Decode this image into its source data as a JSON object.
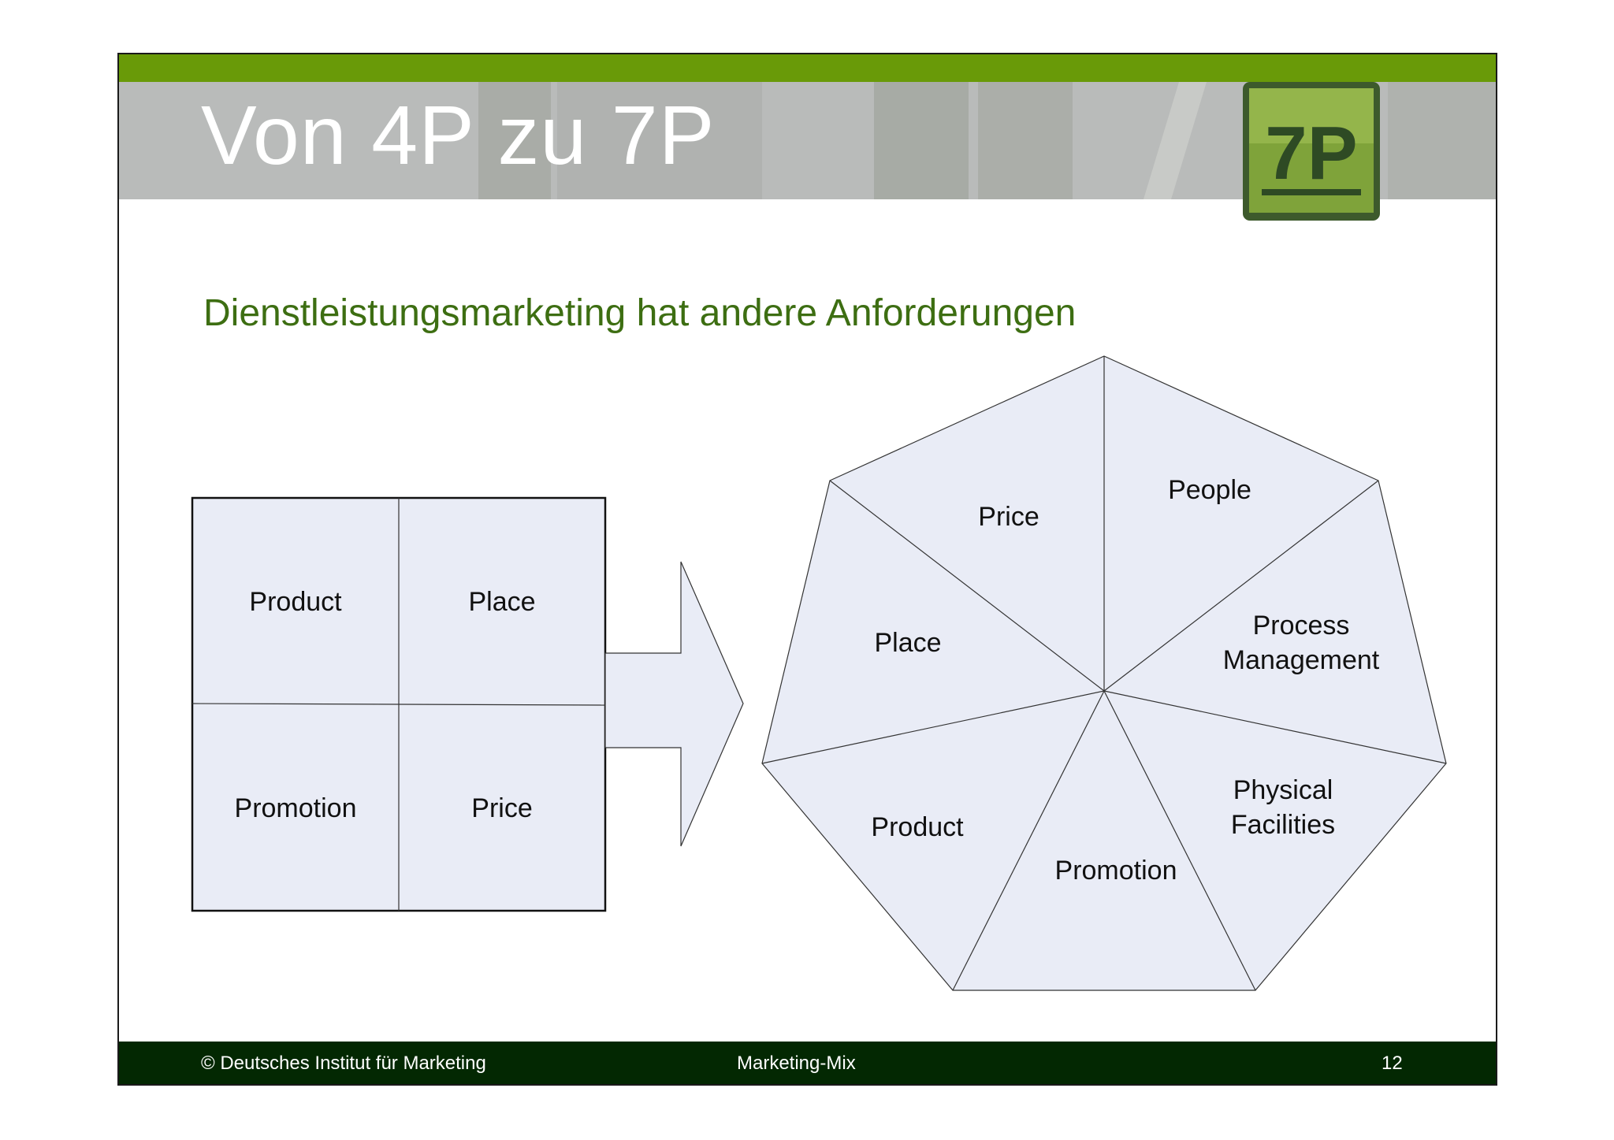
{
  "slide": {
    "title": "Von 4P zu 7P",
    "subtitle": "Dienstleistungsmarketing hat andere Anforderungen",
    "logo_text": "7P"
  },
  "four_p": {
    "cells": [
      "Product",
      "Place",
      "Promotion",
      "Price"
    ]
  },
  "seven_p": {
    "segments": [
      {
        "lines": [
          "Price"
        ]
      },
      {
        "lines": [
          "People"
        ]
      },
      {
        "lines": [
          "Process",
          "Management"
        ]
      },
      {
        "lines": [
          "Physical",
          "Facilities"
        ]
      },
      {
        "lines": [
          "Promotion"
        ]
      },
      {
        "lines": [
          "Product"
        ]
      },
      {
        "lines": [
          "Place"
        ]
      }
    ]
  },
  "footer": {
    "copyright": "© Deutsches Institut für Marketing",
    "topic": "Marketing-Mix",
    "page": "12"
  },
  "colors": {
    "accent_green": "#699a08",
    "header_gray": "#b9bbba",
    "subtitle_green": "#3d6e12",
    "footer_bg": "#032802",
    "shape_fill": "#e9ecf6"
  }
}
